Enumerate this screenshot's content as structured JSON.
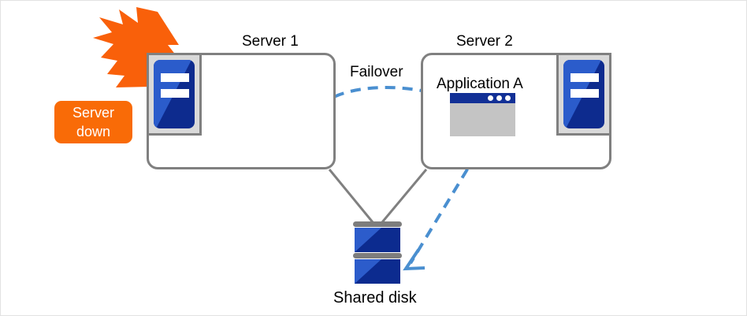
{
  "diagram": {
    "title_alt": "Failover cluster diagram",
    "background": "#ffffff",
    "border_color": "#e2e2e2"
  },
  "labels": {
    "server1": "Server 1",
    "server2": "Server 2",
    "failover": "Failover",
    "application": "Application A",
    "shared_disk": "Shared disk"
  },
  "badge": {
    "line1": "Server",
    "line2": "down",
    "color": "#f96b07",
    "text_color": "#ffffff"
  },
  "icons": {
    "burst": "lightning-burst-icon",
    "server_unit": "server-tower-icon",
    "app_window": "application-window-icon",
    "disk": "shared-disk-icon",
    "failover_arrow": "dashed-curved-arrow-icon",
    "access_arrow": "dashed-straight-arrow-icon"
  },
  "colors": {
    "burst_orange": "#f9600a",
    "server_blue_light": "#2b5ccb",
    "server_blue_dark": "#0d2b8e",
    "box_gray": "#808080",
    "plate_gray": "#d9d9d9",
    "arrow_blue": "#4a8fd0",
    "window_body": "#c4c4c4",
    "window_title": "#123096",
    "disk_cap_gray": "#7d7d7d"
  }
}
